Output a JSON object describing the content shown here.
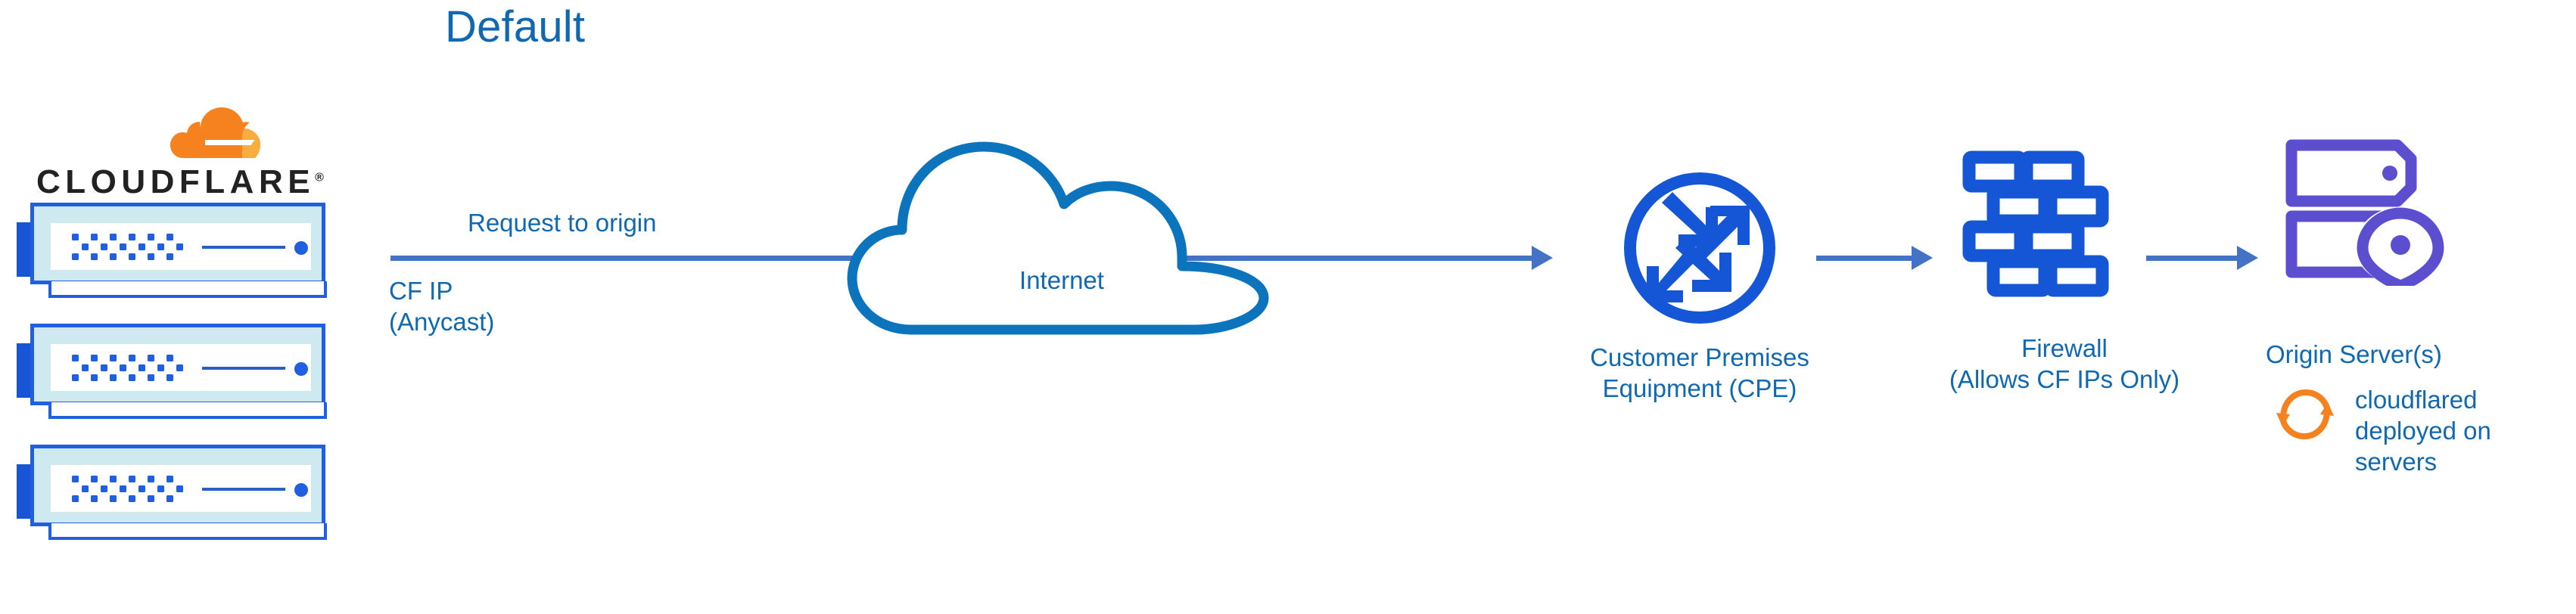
{
  "title": "Default",
  "colors": {
    "heading_blue": "#1068b0",
    "label_blue": "#1068b0",
    "arrow_blue": "#4472c4",
    "icon_blue": "#1456d6",
    "rack_blue": "#1f5fe0",
    "rack_fill": "#cfe9f1",
    "origin_purple": "#5b4fcf",
    "cloudflare_orange": "#f6821f",
    "cloudflare_orange_light": "#faad3f",
    "wordmark_black": "#222222"
  },
  "brand": {
    "wordmark": "CLOUDFLARE",
    "registered_mark": "®",
    "logo_icon": "cloudflare-cloud-icon"
  },
  "edge": {
    "rack_count": 3,
    "rack_icon": "server-rack-icon",
    "ip_label_line1": "CF IP",
    "ip_label_line2": "(Anycast)"
  },
  "flow": {
    "request_label": "Request to origin",
    "arrow_icon": "right-arrow-icon"
  },
  "nodes": [
    {
      "id": "internet",
      "icon": "cloud-icon",
      "label": "Internet",
      "label_position": "inside"
    },
    {
      "id": "cpe",
      "icon": "router-icon",
      "label_line1": "Customer Premises",
      "label_line2": "Equipment (CPE)"
    },
    {
      "id": "firewall",
      "icon": "brick-wall-icon",
      "label_line1": "Firewall",
      "label_line2": "(Allows CF IPs Only)"
    },
    {
      "id": "origin",
      "icon": "server-location-pin-icon",
      "label_line1": "Origin Server(s)"
    }
  ],
  "cloudflared": {
    "icon": "sync-arrows-icon",
    "text_line1": "cloudflared",
    "text_line2": "deployed on",
    "text_line3": "servers"
  }
}
